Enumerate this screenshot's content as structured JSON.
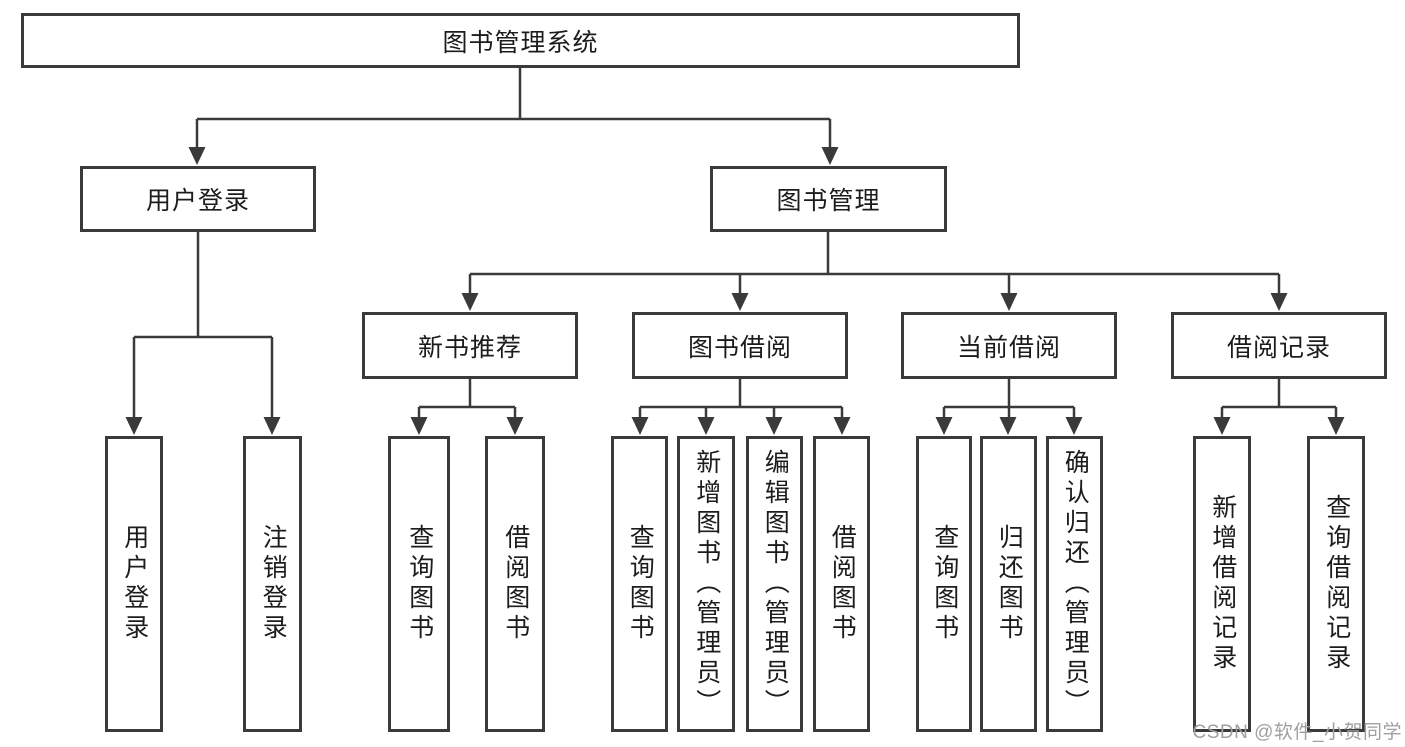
{
  "tree": {
    "label": "图书管理系统",
    "children": [
      {
        "label": "用户登录",
        "children": [
          {
            "label": "用户登录"
          },
          {
            "label": "注销登录"
          }
        ]
      },
      {
        "label": "图书管理",
        "children": [
          {
            "label": "新书推荐",
            "children": [
              {
                "label": "查询图书"
              },
              {
                "label": "借阅图书"
              }
            ]
          },
          {
            "label": "图书借阅",
            "children": [
              {
                "label": "查询图书"
              },
              {
                "label": "新增图书（管理员）"
              },
              {
                "label": "编辑图书（管理员）"
              },
              {
                "label": "借阅图书"
              }
            ]
          },
          {
            "label": "当前借阅",
            "children": [
              {
                "label": "查询图书"
              },
              {
                "label": "归还图书"
              },
              {
                "label": "确认归还（管理员）"
              }
            ]
          },
          {
            "label": "借阅记录",
            "children": [
              {
                "label": "新增借阅记录"
              },
              {
                "label": "查询借阅记录"
              }
            ]
          }
        ]
      }
    ]
  },
  "watermark": {
    "text": "CSDN @软件_小贺同学"
  },
  "colors": {
    "line": "#3a3a3a",
    "box_border": "#3a3a3a",
    "text": "#1c1c1c",
    "watermark": "#a0a0a0",
    "background": "#ffffff"
  }
}
